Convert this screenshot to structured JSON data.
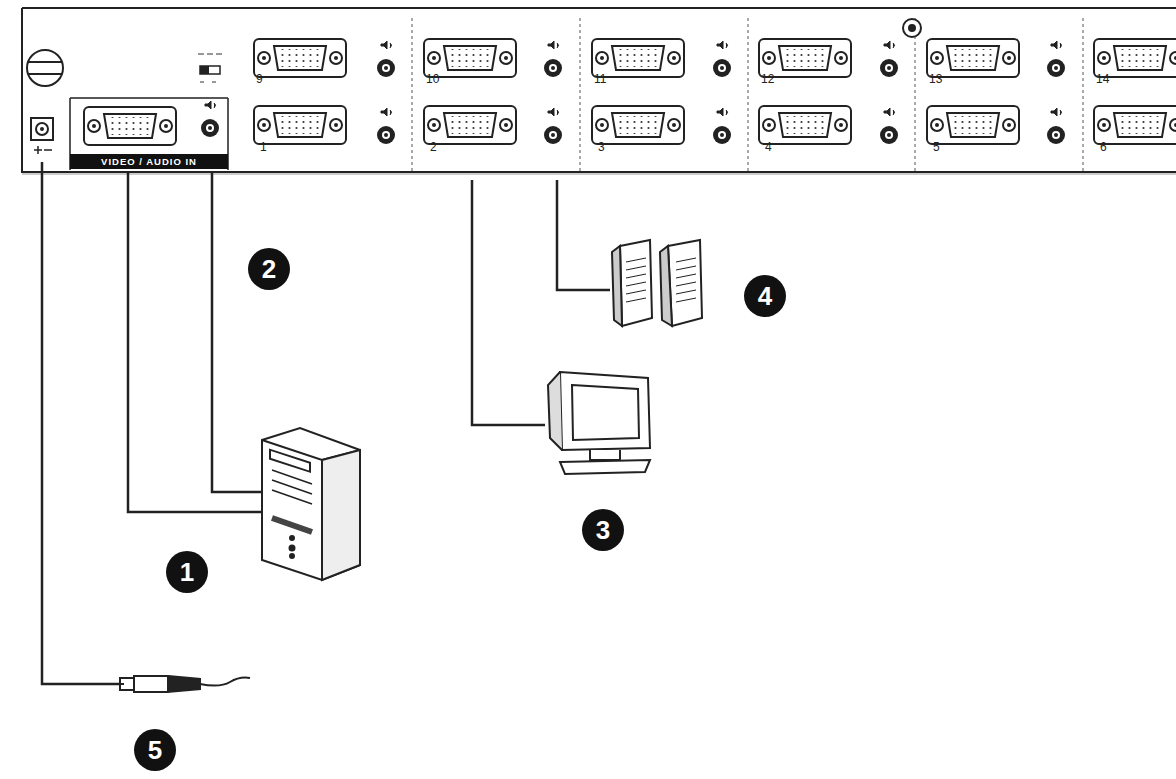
{
  "diagram": {
    "labels": [
      "VIDEO / AUDIO IN",
      "9",
      "10",
      "11",
      "12",
      "13",
      "14",
      "1",
      "2",
      "3",
      "4",
      "5",
      "6",
      "1",
      "2",
      "3",
      "4",
      "5"
    ]
  }
}
